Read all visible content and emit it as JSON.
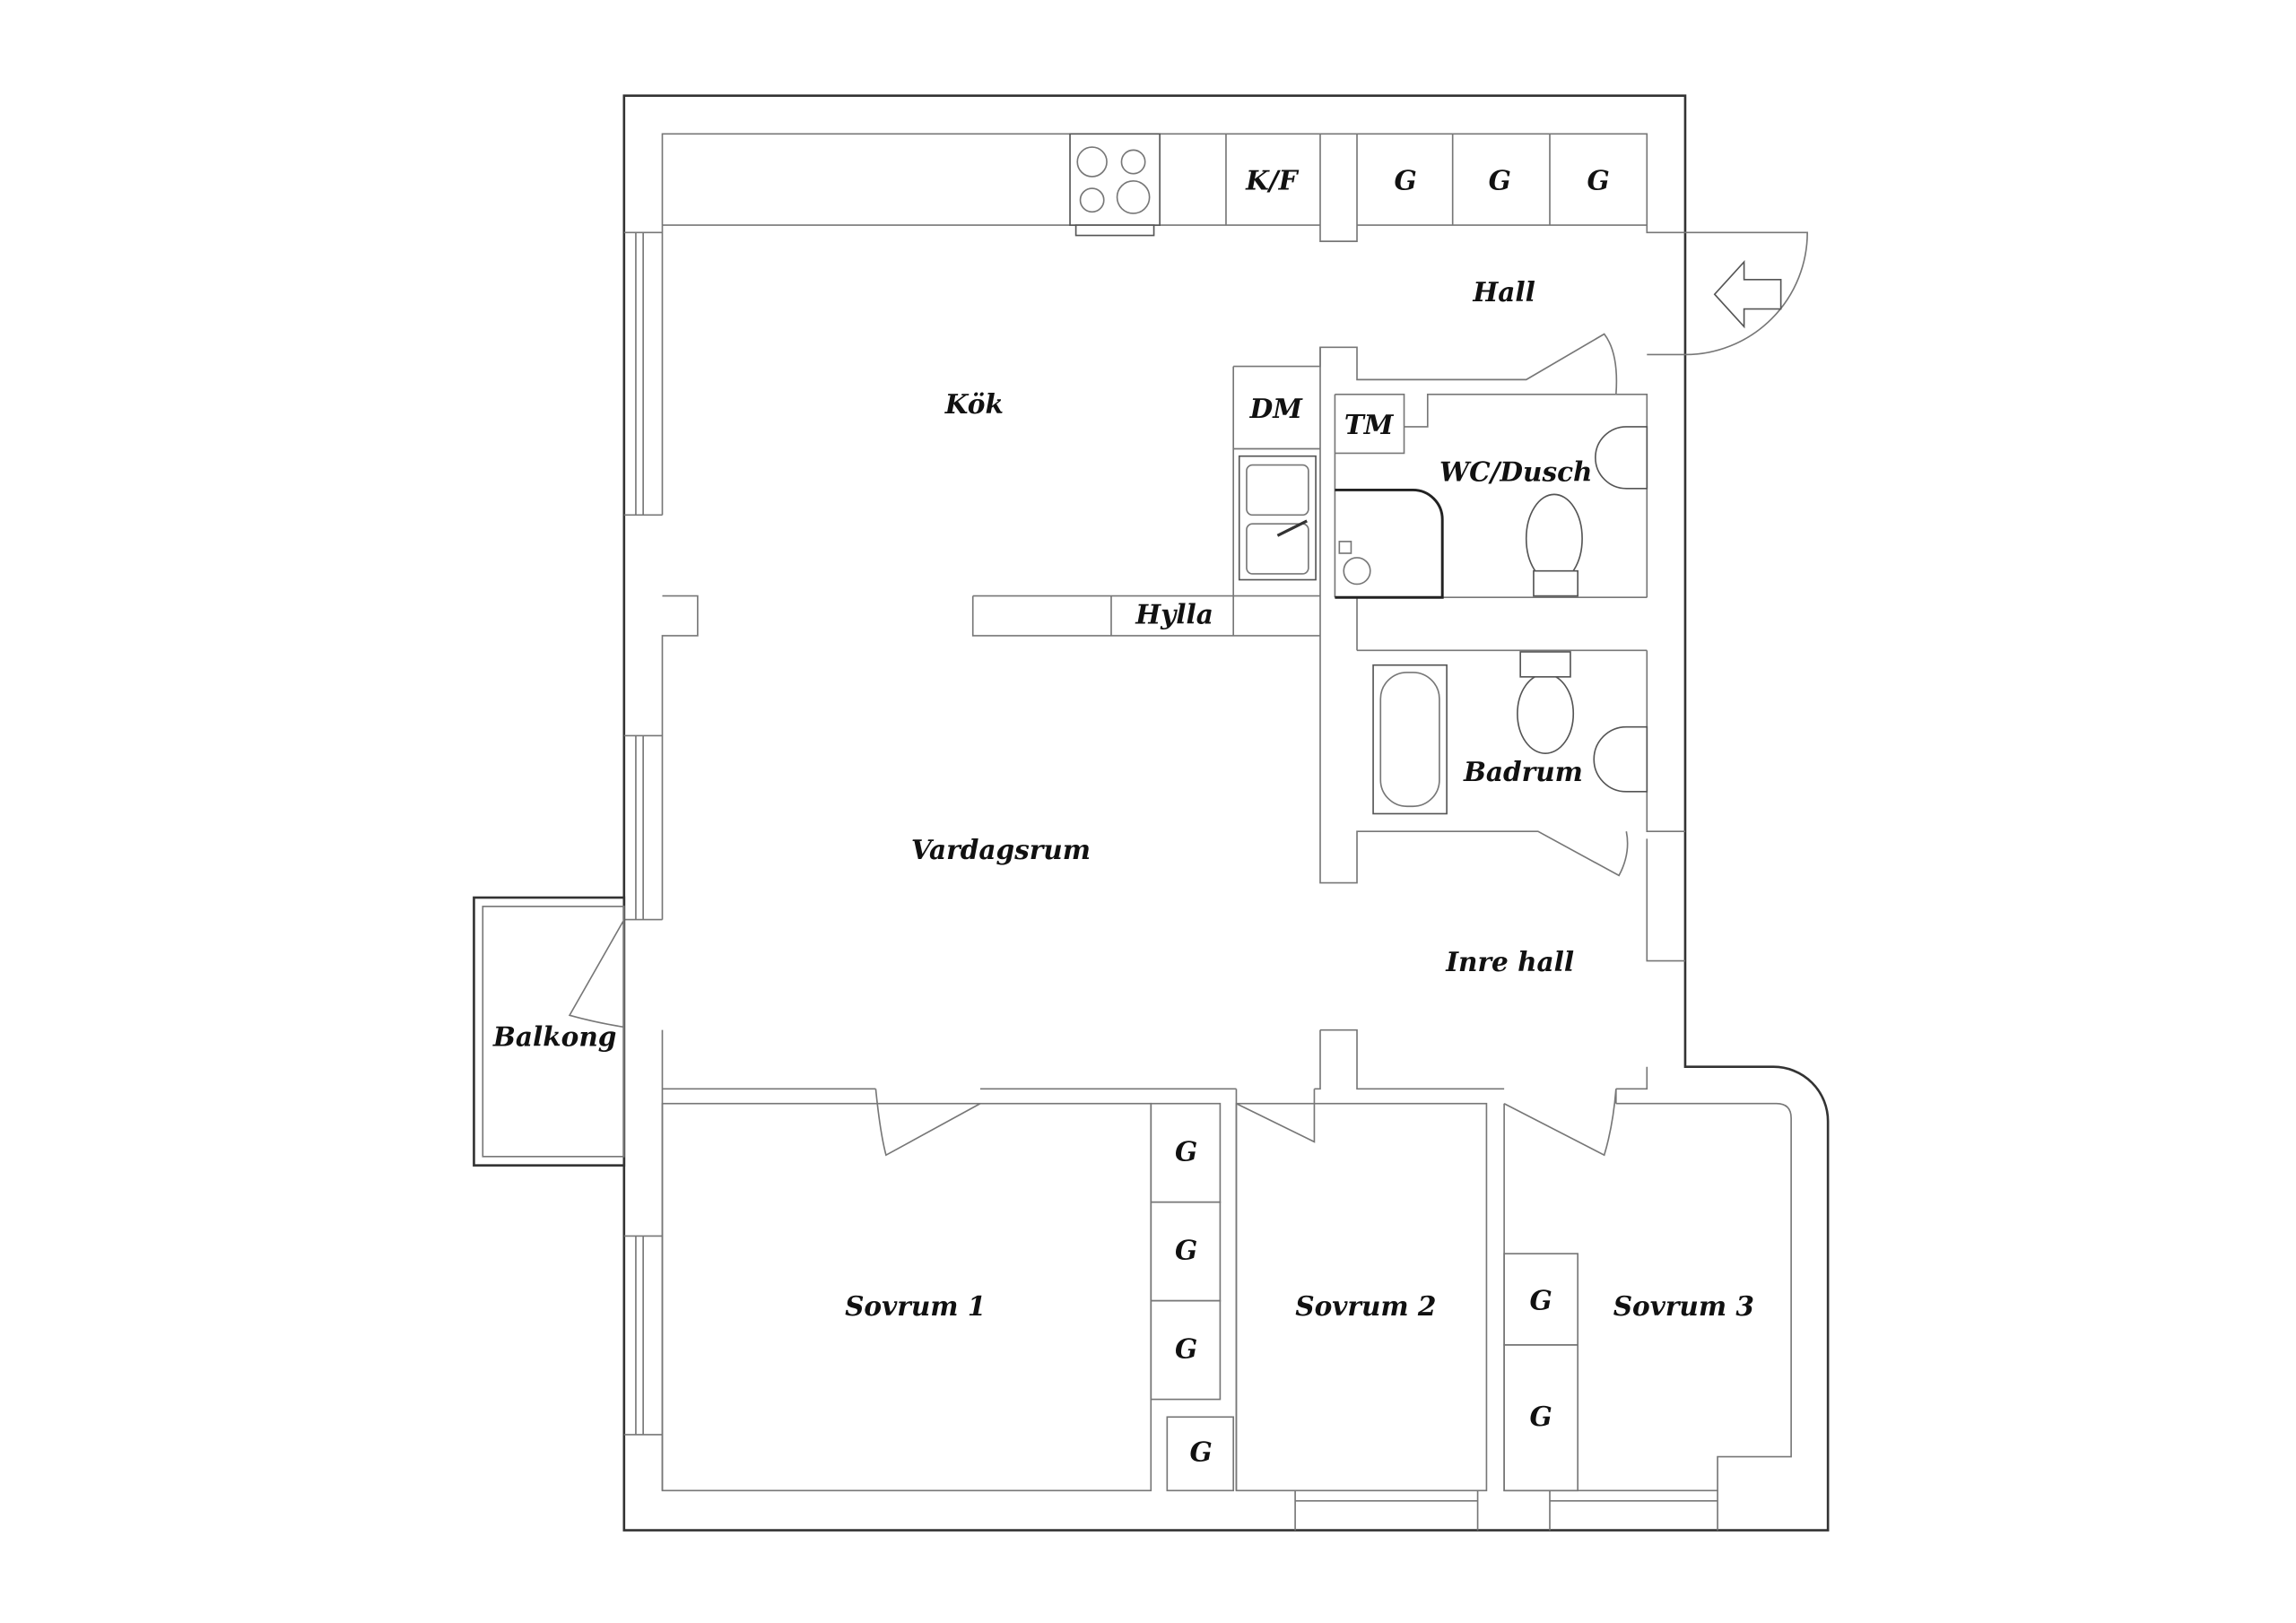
{
  "rooms": {
    "kok": "Kök",
    "hall": "Hall",
    "wc": "WC/Dusch",
    "vardagsrum": "Vardagsrum",
    "badrum": "Badrum",
    "inre_hall": "Inre hall",
    "balkong": "Balkong",
    "sovrum1": "Sovrum 1",
    "sovrum2": "Sovrum 2",
    "sovrum3": "Sovrum 3"
  },
  "fixtures": {
    "kf": "K/F",
    "dm": "DM",
    "tm": "TM",
    "hylla": "Hylla",
    "wardrobe": "G"
  }
}
